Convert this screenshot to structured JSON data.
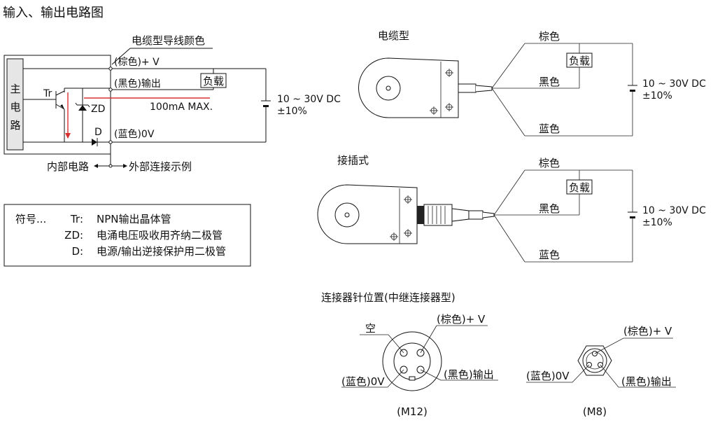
{
  "title": "输入、输出电路图",
  "left_circuit": {
    "cable_color_caption": "电缆型导线颜色",
    "main_circuit": "主电路",
    "tr": "Tr",
    "zd": "ZD",
    "d": "D",
    "brown_plus_v": "(棕色)+ V",
    "black_output": "(黑色)输出",
    "blue_0v": "(蓝色)0V",
    "load": "负载",
    "current": "100mA MAX.",
    "supply": "10 ~ 30V DC",
    "tolerance": "±10%",
    "internal": "内部电路",
    "external": "外部连接示例"
  },
  "legend": {
    "prefix": "符号...",
    "items": [
      {
        "sym": "Tr",
        "sep": " : ",
        "desc": "NPN输出晶体管"
      },
      {
        "sym": "ZD",
        "sep": " : ",
        "desc": "电涌电压吸收用齐纳二极管"
      },
      {
        "sym": "D",
        "sep": " : ",
        "desc": "电源/输出逆接保护用二极管"
      }
    ]
  },
  "cable_type": {
    "title": "电缆型",
    "brown": "棕色",
    "black": "黑色",
    "blue": "蓝色",
    "load": "负载",
    "supply": "10 ~ 30V DC",
    "tolerance": "±10%"
  },
  "connector_type": {
    "title": "接插式",
    "brown": "棕色",
    "black": "黑色",
    "blue": "蓝色",
    "load": "负载",
    "supply": "10 ~ 30V DC",
    "tolerance": "±10%"
  },
  "pin_layout": {
    "title": "连接器针位置(中继连接器型)",
    "m12": {
      "empty": "空",
      "brown_plus_v": "(棕色)+ V",
      "blue_0v": "(蓝色)0V",
      "black_output": "(黑色)输出",
      "caption": "(M12)"
    },
    "m8": {
      "brown_plus_v": "(棕色)+ V",
      "blue_0v": "(蓝色)0V",
      "black_output": "(黑色)输出",
      "caption": "(M8)"
    }
  }
}
